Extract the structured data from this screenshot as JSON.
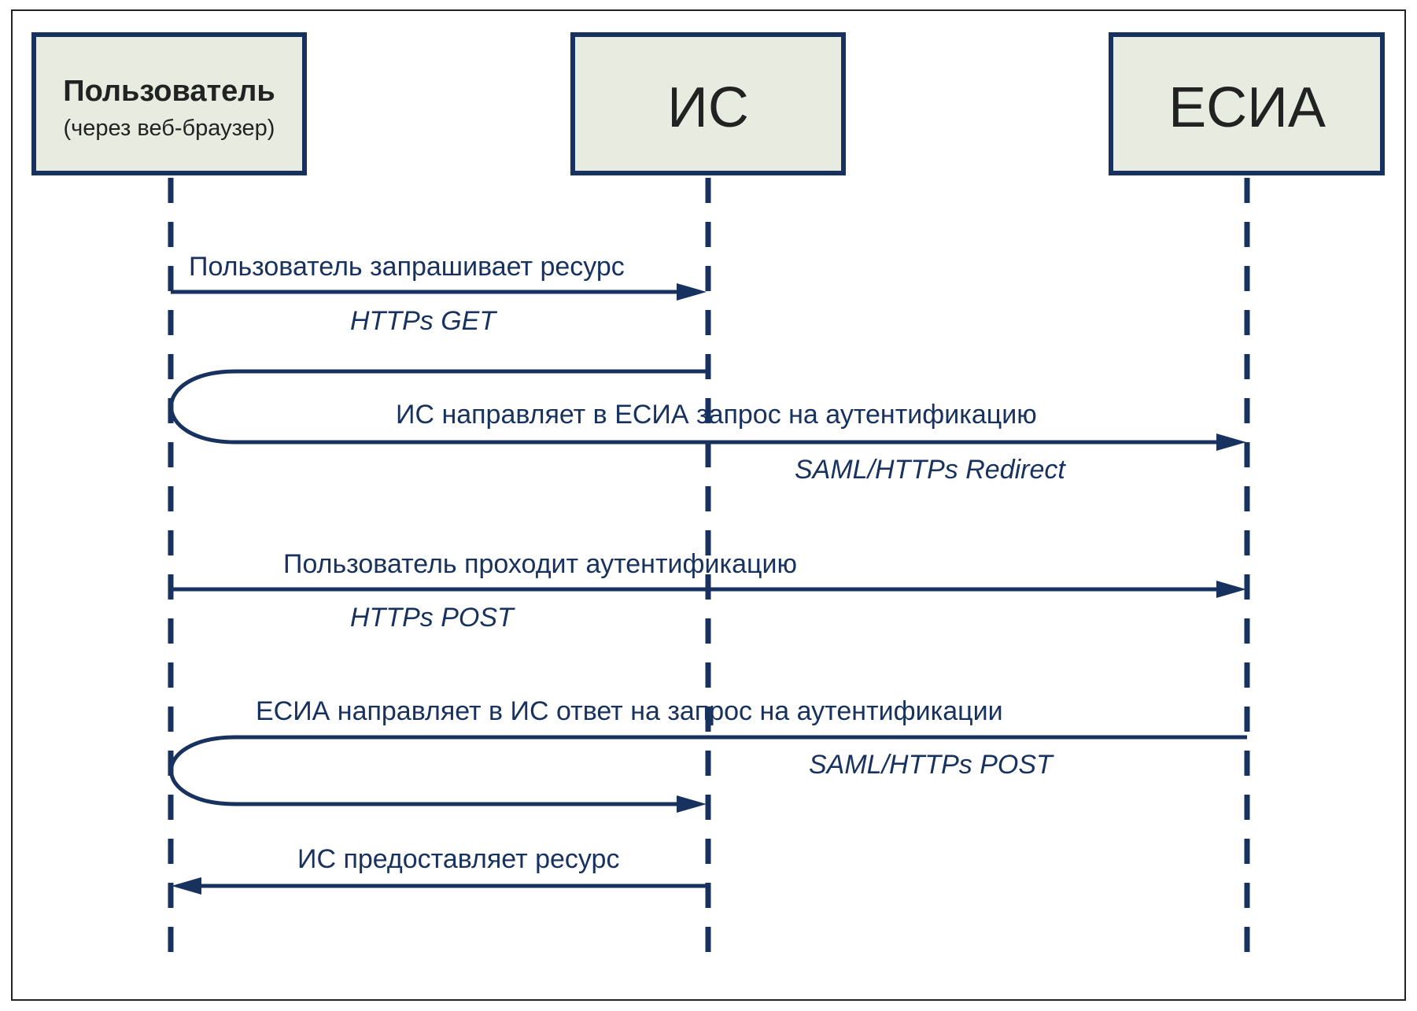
{
  "actors": {
    "user": {
      "title": "Пользователь",
      "subtitle": "(через веб-браузер)"
    },
    "is": {
      "title": "ИС"
    },
    "esia": {
      "title": "ЕСИА"
    }
  },
  "messages": [
    {
      "label": "Пользователь запрашивает ресурс",
      "protocol": "HTTPs GET"
    },
    {
      "label": "ИС направляет в ЕСИА запрос на аутентификацию",
      "protocol": "SAML/HTTPs Redirect"
    },
    {
      "label": "Пользователь проходит аутентификацию",
      "protocol": "HTTPs POST"
    },
    {
      "label": "ЕСИА направляет в ИС ответ на запрос на аутентификации",
      "protocol": "SAML/HTTPs POST"
    },
    {
      "label": "ИС предоставляет ресурс"
    }
  ],
  "colors": {
    "line": "#17325e",
    "box_fill": "#e8ebe0"
  }
}
